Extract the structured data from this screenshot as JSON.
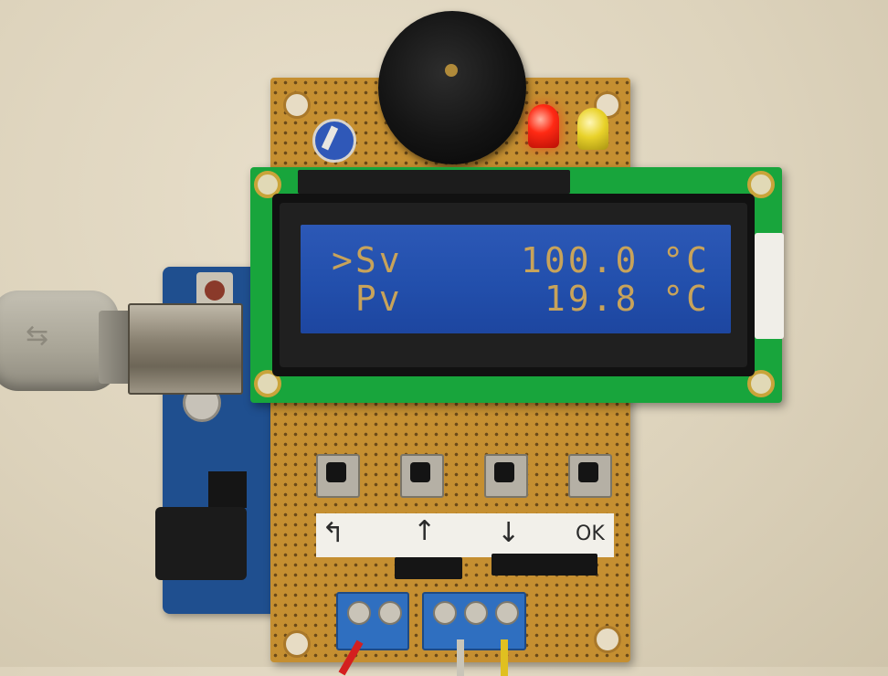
{
  "lcd": {
    "line1": ">Sv     100.0 °C",
    "line2": " Pv      19.8 °C"
  },
  "buttons_label": {
    "back": "↰",
    "up": "↑",
    "down": "↓",
    "ok": "OK"
  },
  "colors": {
    "lcd_background": "#2350ad",
    "lcd_text": "#c8a35a",
    "perfboard": "#c58f31",
    "lcd_pcb": "#18a53c",
    "arduino": "#1f4f8f"
  }
}
